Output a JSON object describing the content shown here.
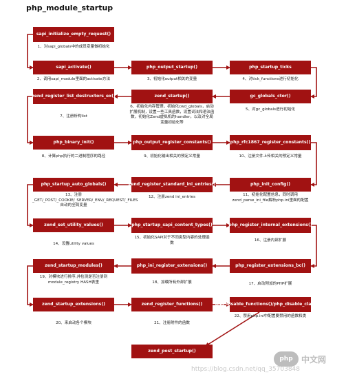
{
  "title": "php_module_startup",
  "nodes": [
    {
      "id": "n0",
      "label": "sapi_initialize_empty_request()",
      "caption": "1、对sapi_globals中的成员变量做初始化"
    },
    {
      "id": "n1",
      "label": "sapi_activate()",
      "caption": "2、调用sapi_module里面的activate方法"
    },
    {
      "id": "n2",
      "label": "php_output_startup()",
      "caption": "3、初始化output相关的变量"
    },
    {
      "id": "n3",
      "label": "php_startup_ticks",
      "caption": "4、对tick_functions进行初始化"
    },
    {
      "id": "n4",
      "label": "gc_globals_ctor()",
      "caption": "5、对gc_globals进行初始化"
    },
    {
      "id": "n5",
      "label": "zend_startup()",
      "caption": "6、初始化内存管理，初始化cwd_globals，启动扩展机制，设置一些工具函数，设置词法和语法函数，初始化Zend虚拟机的handler，以及对全局变量初始化等"
    },
    {
      "id": "n6",
      "label": "zend_register_list_destructors_ex()",
      "caption": "7、注册析构list"
    },
    {
      "id": "n7",
      "label": "php_binary_init()",
      "caption": "8、计算php执行的二进制程序的路径"
    },
    {
      "id": "n8",
      "label": "php_output_register_constants()",
      "caption": "9、初始化输出相关的预定义常量"
    },
    {
      "id": "n9",
      "label": "php_rfc1867_register_constants()",
      "caption": "10、注册文件上传相关的预定义常量"
    },
    {
      "id": "n10",
      "label": "php_init_config()",
      "caption": "11、初始化配置信息，同时调用zend_parse_ini_file解析php.ini里面的配置"
    },
    {
      "id": "n11",
      "label": "zend_register_standard_ini_entries()",
      "caption": "12、注册zend ini_entries"
    },
    {
      "id": "n12",
      "label": "php_startup_auto_globals()",
      "caption": "13、注册_GET/_POST/_COOKIE/_SERVER/_ENV/_REQUEST/_FILES自动的全局变量"
    },
    {
      "id": "n13",
      "label": "zend_set_utility_values()",
      "caption": "14、设置utility values"
    },
    {
      "id": "n14",
      "label": "php_startup_sapi_content_types()",
      "caption": "15、初始化SAPI对于不同类型内容的处理函数"
    },
    {
      "id": "n15",
      "label": "php_register_internal_extensions()",
      "caption": "16、注册内部扩展"
    },
    {
      "id": "n16",
      "label": "php_register_extensions_bc()",
      "caption": "17、启动附加的PHP扩展"
    },
    {
      "id": "n17",
      "label": "php_ini_register_extensions()",
      "caption": "18、加载所有外部扩展"
    },
    {
      "id": "n18",
      "label": "zend_startup_modules()",
      "caption": "19、对模块进行排序,并检测是否注册到module_registry HASH表里"
    },
    {
      "id": "n19",
      "label": "zend_startup_extensions()",
      "caption": "20、来启动各个模块"
    },
    {
      "id": "n20",
      "label": "zend_register_functions()",
      "caption": "21、注册附件的函数"
    },
    {
      "id": "n21",
      "label": "php_disable_functions()/php_disable_classes()",
      "caption": "22、禁用php.ini中配置要禁用的函数和类"
    },
    {
      "id": "n22",
      "label": "zend_post_startup()",
      "caption": ""
    }
  ],
  "edges": [
    [
      "n0",
      "n1"
    ],
    [
      "n1",
      "n2"
    ],
    [
      "n2",
      "n3"
    ],
    [
      "n3",
      "n4"
    ],
    [
      "n4",
      "n5"
    ],
    [
      "n5",
      "n6"
    ],
    [
      "n6",
      "n7"
    ],
    [
      "n7",
      "n8"
    ],
    [
      "n8",
      "n9"
    ],
    [
      "n9",
      "n10"
    ],
    [
      "n10",
      "n11"
    ],
    [
      "n11",
      "n12"
    ],
    [
      "n12",
      "n13"
    ],
    [
      "n13",
      "n14"
    ],
    [
      "n14",
      "n15"
    ],
    [
      "n15",
      "n16"
    ],
    [
      "n16",
      "n17"
    ],
    [
      "n17",
      "n18"
    ],
    [
      "n18",
      "n19"
    ],
    [
      "n19",
      "n20"
    ],
    [
      "n20",
      "n21"
    ],
    [
      "n21",
      "n22"
    ]
  ],
  "colors": {
    "node": "#a11212",
    "edge": "#a11212"
  },
  "watermark": "https://blog.csdn.net/qq_35703848",
  "logo": {
    "badge": "php",
    "text": "中文网"
  }
}
